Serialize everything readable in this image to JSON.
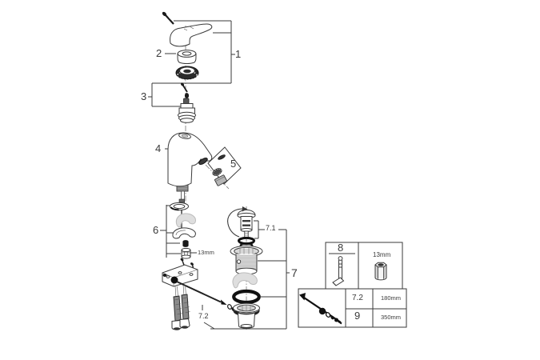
{
  "page": {
    "background": "#ffffff"
  },
  "diagram": {
    "type": "faucet-exploded-parts-diagram",
    "callouts": {
      "part1": "1",
      "part2": "2",
      "part3": "3",
      "part4": "4",
      "part5": "5",
      "part6": "6",
      "part7": "7",
      "part7_1": "7.1",
      "part7_2": "7.2"
    },
    "annotations": {
      "hex_nut_size": "13mm"
    },
    "inset_table": {
      "tool_ref": "8",
      "socket_size": "13mm",
      "rows": [
        {
          "ref": "7.2",
          "length": "180mm"
        },
        {
          "ref": "9",
          "length": "350mm"
        }
      ]
    },
    "colors": {
      "line": "#3a3a3a",
      "ghost_part": "#dedede",
      "dark_part": "#1a1a1a",
      "label": "#333333",
      "background": "#ffffff"
    }
  }
}
